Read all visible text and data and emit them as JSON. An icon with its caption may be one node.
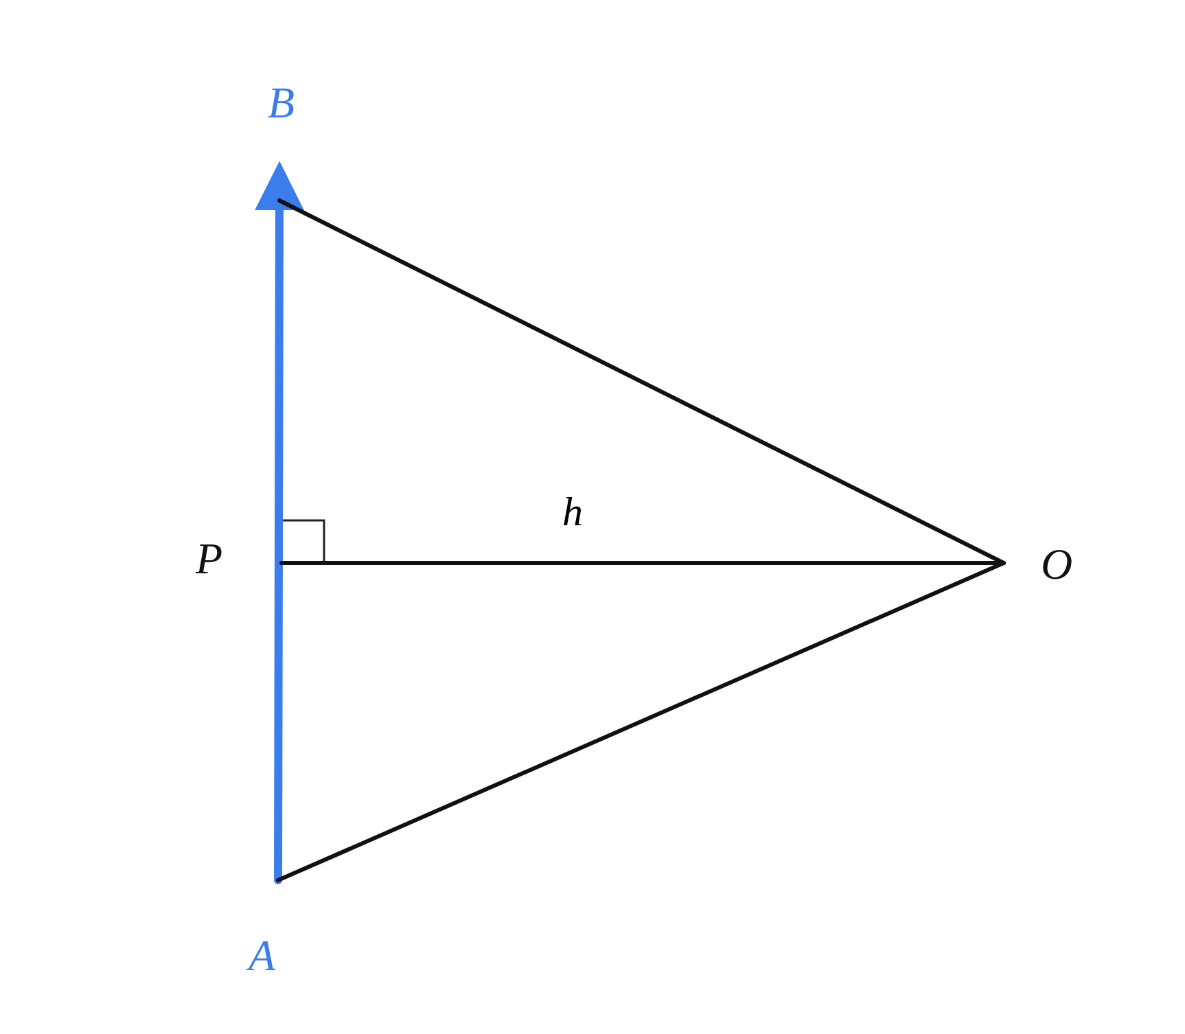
{
  "diagram": {
    "nodes": [
      {
        "text": [
          "B"
        ]
      },
      {
        "text": [
          "P"
        ]
      },
      {
        "text": [
          "O"
        ]
      },
      {
        "text": [
          "A"
        ]
      }
    ],
    "edges": [
      {
        "from": 3,
        "to": 0,
        "arrow": "to",
        "style": "thick",
        "color": "#3b7ded"
      },
      {
        "from": 0,
        "to": 2,
        "arrow": "none"
      },
      {
        "from": 1,
        "to": 2,
        "arrow": "none",
        "label": "h"
      },
      {
        "from": 3,
        "to": 2,
        "arrow": "none"
      }
    ]
  }
}
